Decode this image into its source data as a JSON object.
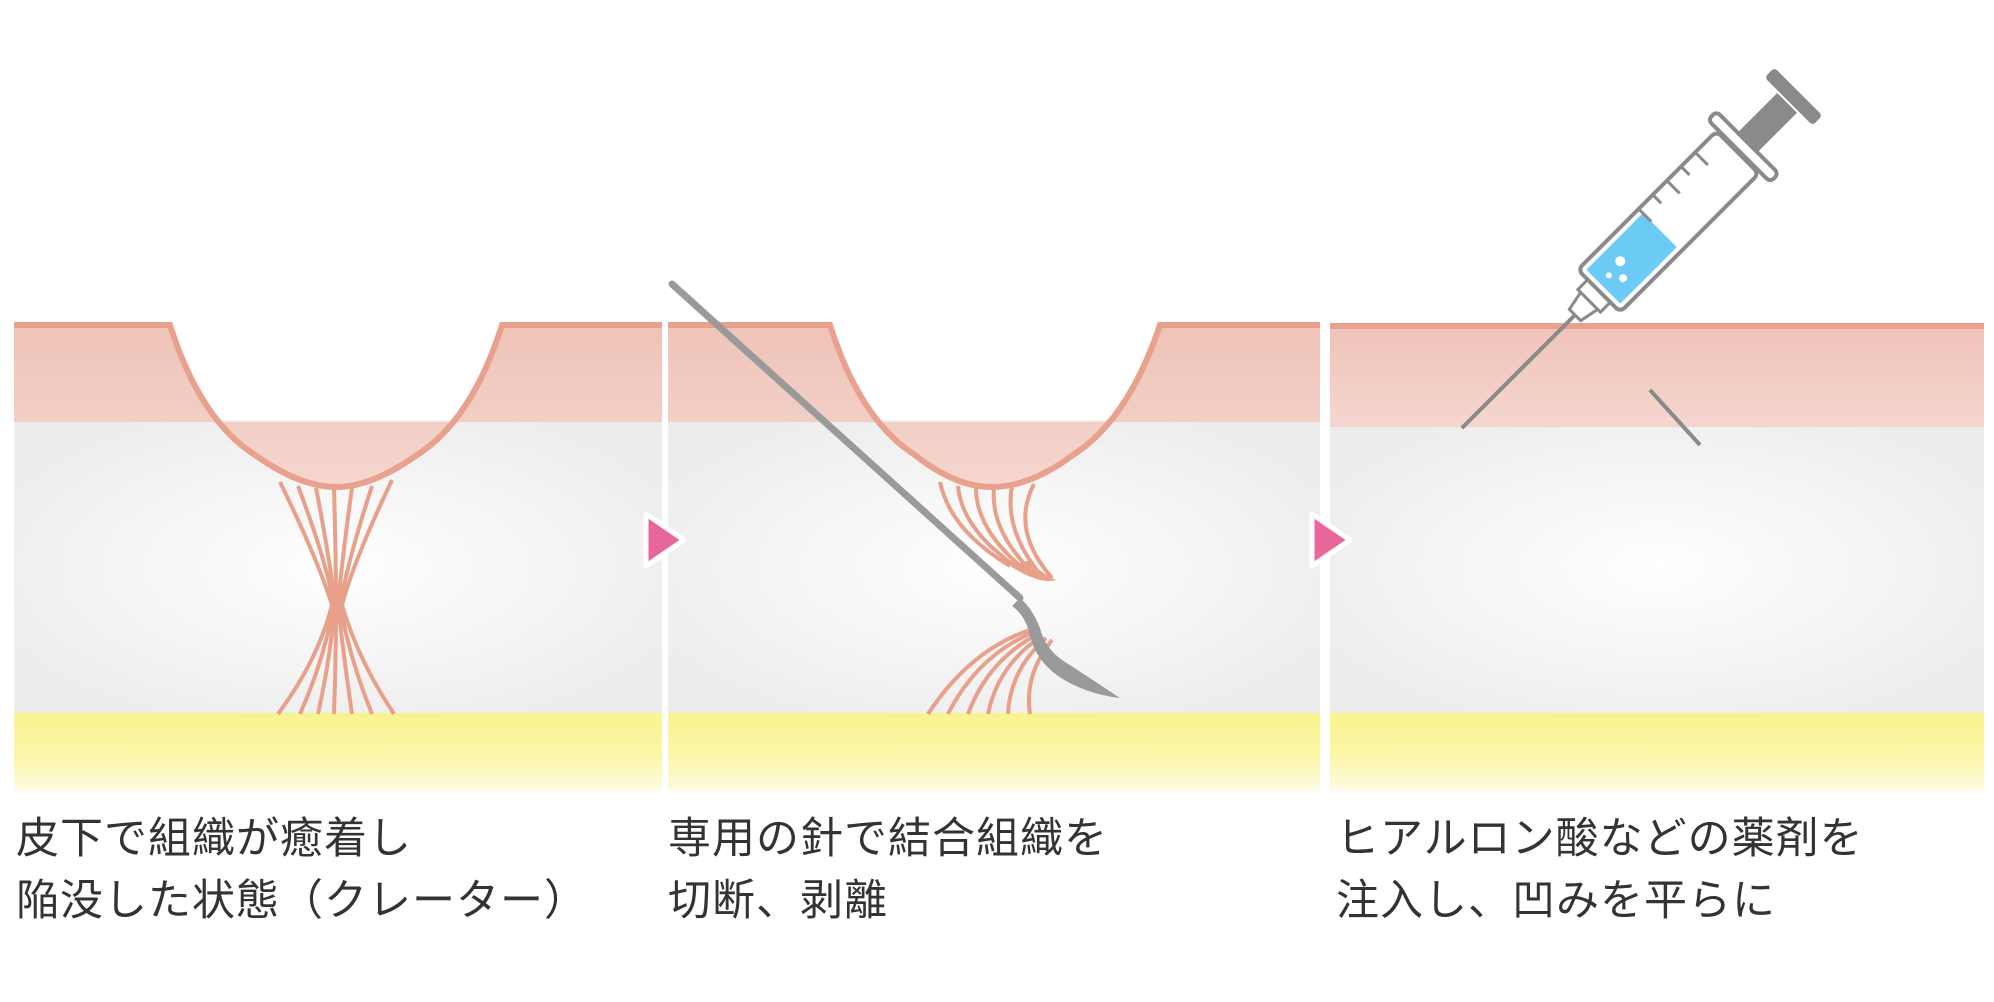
{
  "panels": [
    {
      "id": "before",
      "caption_lines": [
        "皮下で組織が癒着し",
        "陥没した状態（クレーター）"
      ]
    },
    {
      "id": "subcision",
      "caption_lines": [
        "専用の針で結合組織を",
        "切断、剥離"
      ]
    },
    {
      "id": "injection",
      "caption_lines": [
        "ヒアルロン酸などの薬剤を",
        "注入し、凹みを平らに"
      ]
    }
  ],
  "icons": {
    "step_arrow": "play-triangle-icon",
    "needle": "subcision-needle-icon",
    "syringe": "syringe-icon"
  },
  "colors": {
    "epidermis_line": "#E7A18C",
    "dermis": "#F3CDC4",
    "subcutis": "#EFEFEF",
    "fat": "#FBF59A",
    "connective_tissue": "#E9A08A",
    "arrow": "#E8669B",
    "instrument": "#9A9A9A",
    "syringe_fluid": "#6CCBF5"
  }
}
